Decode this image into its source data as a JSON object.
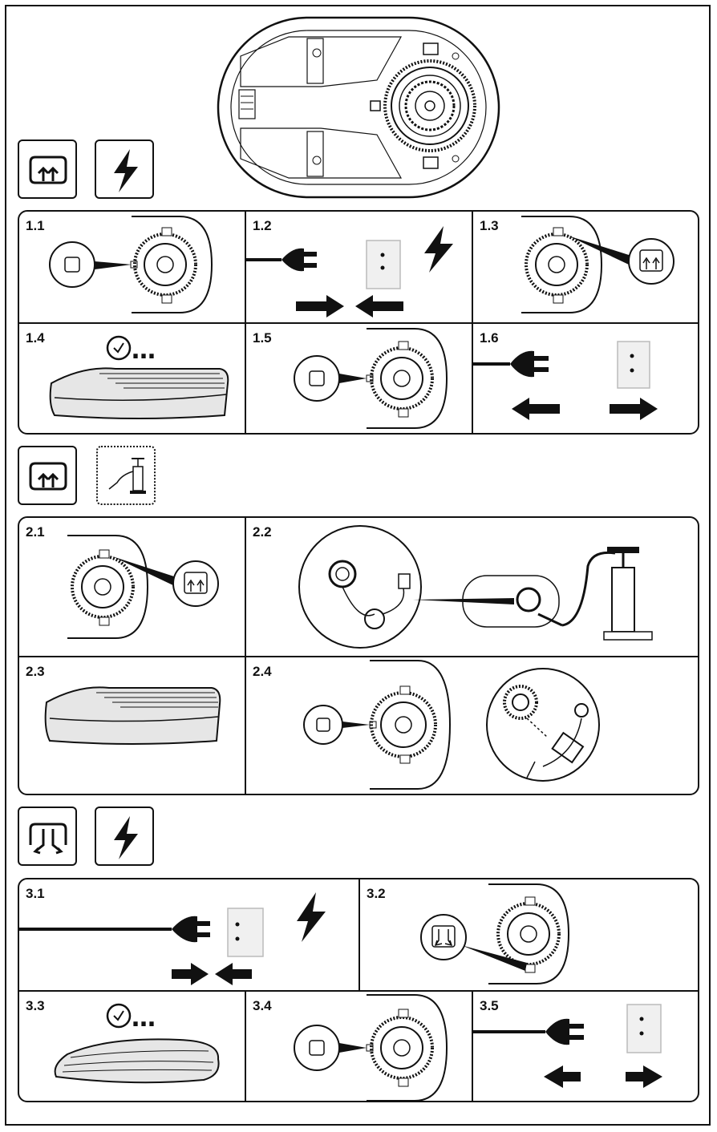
{
  "section1": {
    "steps": [
      {
        "label": "1.1"
      },
      {
        "label": "1.2"
      },
      {
        "label": "1.3"
      },
      {
        "label": "1.4"
      },
      {
        "label": "1.5"
      },
      {
        "label": "1.6"
      }
    ]
  },
  "section2": {
    "steps": [
      {
        "label": "2.1"
      },
      {
        "label": "2.2"
      },
      {
        "label": "2.3"
      },
      {
        "label": "2.4"
      }
    ]
  },
  "section3": {
    "steps": [
      {
        "label": "3.1"
      },
      {
        "label": "3.2"
      },
      {
        "label": "3.3"
      },
      {
        "label": "3.4"
      },
      {
        "label": "3.5"
      }
    ]
  },
  "timer_dots": "…",
  "icons": [
    "inflate-mode-icon",
    "power-icon",
    "hand-pump-icon",
    "deflate-mode-icon",
    "clock-icon",
    "plug-icon",
    "wall-socket-icon",
    "arrow-icon",
    "valve-dial-icon",
    "mattress-icon"
  ],
  "colors": {
    "ink": "#111111",
    "mattress_fill": "#e6e6e6",
    "socket_fill": "#f0f0f0"
  }
}
